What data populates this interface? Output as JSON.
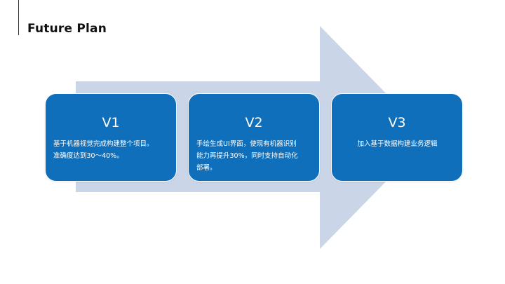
{
  "page": {
    "title": "Future Plan"
  },
  "colors": {
    "arrow_fill": "#cad5e8",
    "card_fill": "#0f6fba",
    "text_on_card": "#ffffff",
    "title_text": "#111111"
  },
  "plan": [
    {
      "label": "V1",
      "description": "基于机器视觉完成构建整个项目。\n准确度达到30～40%。"
    },
    {
      "label": "V2",
      "description": "手绘生成UI界面，使现有机器识别\n能力再提升30%，同时支持自动化\n部署。"
    },
    {
      "label": "V3",
      "description": "加入基于数据构建业务逻辑"
    }
  ]
}
